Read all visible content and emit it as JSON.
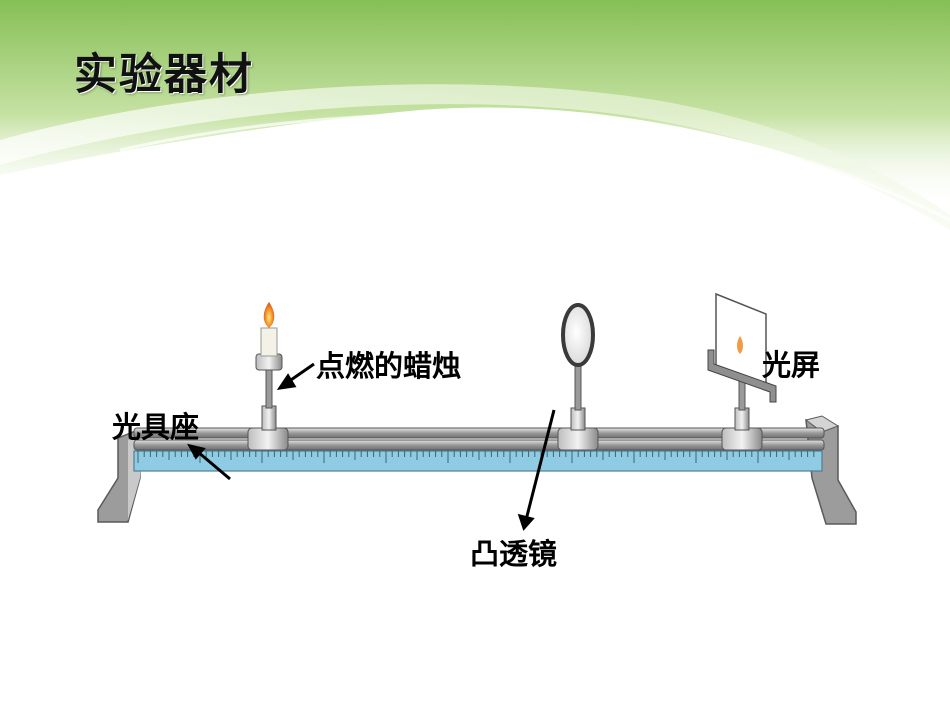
{
  "title": "实验器材",
  "labels": {
    "candle": "点燃的蜡烛",
    "bench": "光具座",
    "lens": "凸透镜",
    "screen": "光屏"
  },
  "colors": {
    "header_green": "#9cc86a",
    "rail_blue": "#8fcbe2",
    "rail_gray": "#8a8a8a",
    "flame": "#f08a24",
    "arrow": "#000000"
  }
}
